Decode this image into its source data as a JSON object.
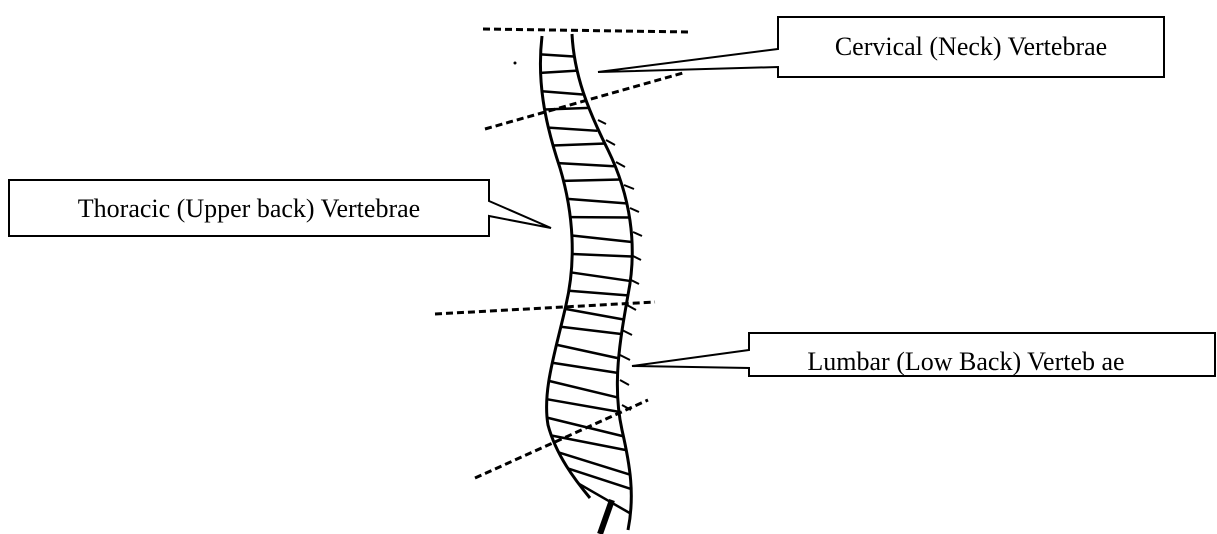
{
  "diagram": {
    "labels": {
      "cervical": "Cervical (Neck) Vertebrae",
      "thoracic": "Thoracic (Upper back) Vertebrae",
      "lumbar": "Lumbar (Low Back) Verteb ae"
    }
  }
}
